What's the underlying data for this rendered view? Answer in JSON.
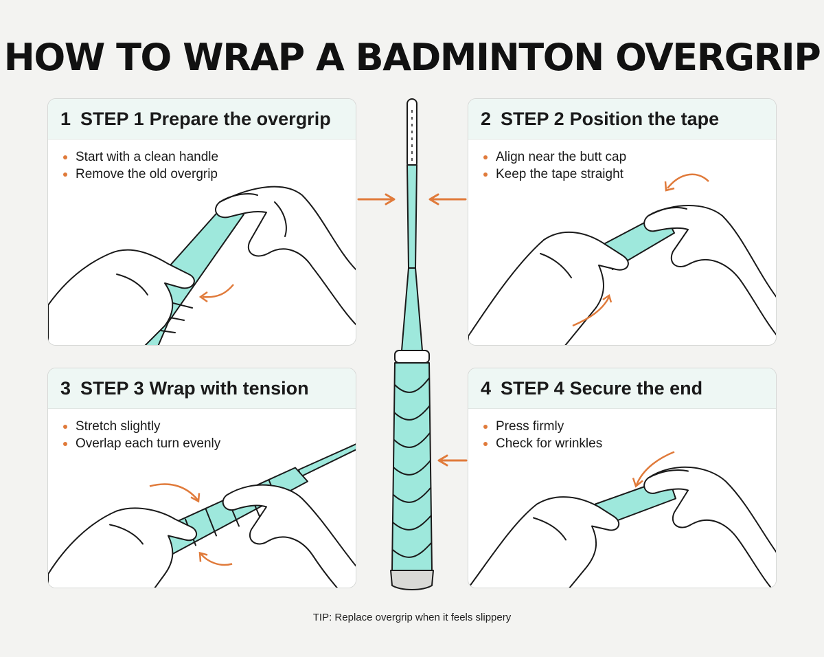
{
  "title": "HOW TO WRAP A BADMINTON OVERGRIP",
  "steps": [
    {
      "number": "1",
      "label": "STEP 1",
      "heading": "Prepare the overgrip",
      "bullets": [
        "Start with a clean handle",
        "Remove the old overgrip"
      ]
    },
    {
      "number": "2",
      "label": "STEP 2",
      "heading": "Position the tape",
      "bullets": [
        "Align near the butt cap",
        "Keep the tape straight"
      ]
    },
    {
      "number": "3",
      "label": "STEP 3",
      "heading": "Wrap with tension",
      "bullets": [
        "Stretch slightly",
        "Overlap each turn evenly"
      ]
    },
    {
      "number": "4",
      "label": "STEP 4",
      "heading": "Secure the end",
      "bullets": [
        "Press firmly",
        "Check for wrinkles"
      ]
    }
  ],
  "tip": "TIP: Replace overgrip when it feels slippery",
  "colors": {
    "accent": "#e07a3a",
    "grip": "#9ee8dc",
    "header_bg": "#eef7f4",
    "outline": "#1a1a1a"
  },
  "icons": [
    "arrow-right-icon",
    "arrow-left-icon",
    "curved-arrow-icon",
    "hand-icon",
    "racket-icon"
  ]
}
